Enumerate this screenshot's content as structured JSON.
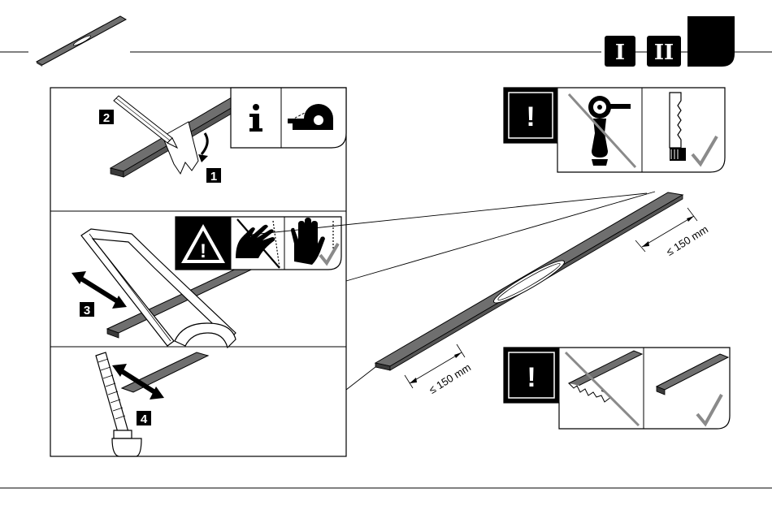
{
  "header": {
    "step_labels": [
      "I",
      "II"
    ],
    "active_step_label": ""
  },
  "main_panel": {
    "steps": [
      "2",
      "1",
      "3",
      "4"
    ],
    "info_symbol": "i"
  },
  "warnings": {
    "tool_warning_symbol": "!",
    "edge_warning_symbol": "!",
    "hazard_symbol": "!"
  },
  "profile": {
    "dimension_near_end": "≤ 150 mm",
    "dimension_far_end": "≤ 150 mm"
  },
  "colors": {
    "ink": "#000000",
    "profile_fill": "#6f6f6f",
    "profile_dark": "#3a3a3a",
    "panel_bg": "#ffffff",
    "warning_bg": "#000000",
    "check_grey": "#8a8a8a"
  },
  "icons": {
    "header_profile": "thumbnail-profile-icon",
    "info": "info-icon",
    "tape": "tape-dispenser-icon",
    "saw": "hacksaw-icon",
    "file": "file-tool-icon",
    "angle_grinder": "angle-grinder-icon",
    "saw_blade": "saw-blade-icon",
    "glove_cut": "cut-hand-icon",
    "glove_ok": "gloved-hand-icon",
    "checkmark": "checkmark-icon",
    "crossed": "crossed-out-icon"
  }
}
